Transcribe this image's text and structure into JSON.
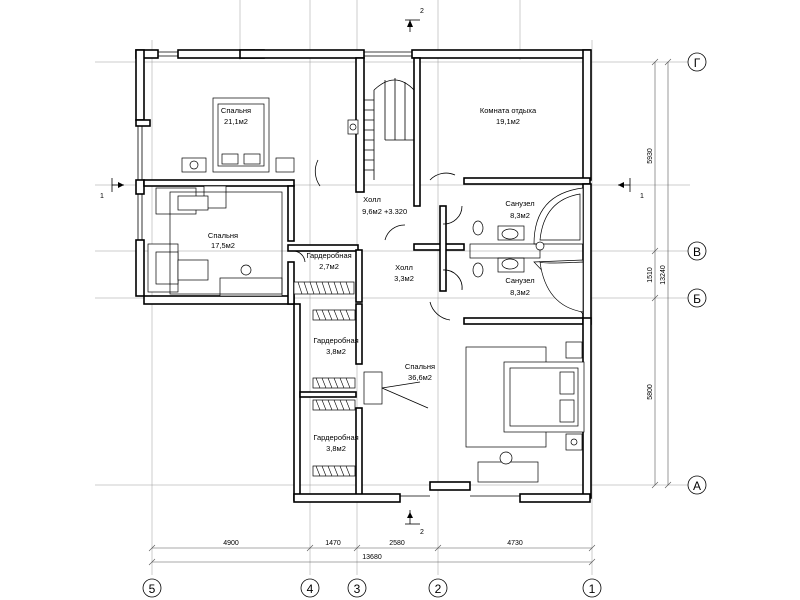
{
  "rooms": {
    "bedroom_nw": {
      "name": "Спальня",
      "area": "21,1м2"
    },
    "bedroom_w": {
      "name": "Спальня",
      "area": "17,5м2"
    },
    "lounge": {
      "name": "Комната отдыха",
      "area": "19,1м2"
    },
    "hall_main": {
      "name": "Холл",
      "area": "9,6м2"
    },
    "level_mark": "+3.320",
    "hall_small": {
      "name": "Холл",
      "area": "3,3м2"
    },
    "wardrobe_1": {
      "name": "Гардеробная",
      "area": "2,7м2"
    },
    "bath_1": {
      "name": "Санузел",
      "area": "8,3м2"
    },
    "bath_2": {
      "name": "Санузел",
      "area": "8,3м2"
    },
    "wardrobe_2": {
      "name": "Гардеробная",
      "area": "3,8м2"
    },
    "wardrobe_3": {
      "name": "Гардеробная",
      "area": "3,8м2"
    },
    "bedroom_main": {
      "name": "Спальня",
      "area": "36,6м2"
    }
  },
  "axes_vertical": [
    "5",
    "4",
    "3",
    "2",
    "1"
  ],
  "axes_horizontal": [
    "Г",
    "В",
    "Б",
    "А"
  ],
  "dimensions_bottom": {
    "segments": [
      "4900",
      "1470",
      "2580",
      "4730"
    ],
    "total": "13680"
  },
  "dimensions_right": {
    "segments": [
      "5930",
      "1510",
      "5800"
    ],
    "total": "13240"
  },
  "section_marks": {
    "top": "2",
    "bottom": "2",
    "left": "1",
    "right": "1"
  }
}
